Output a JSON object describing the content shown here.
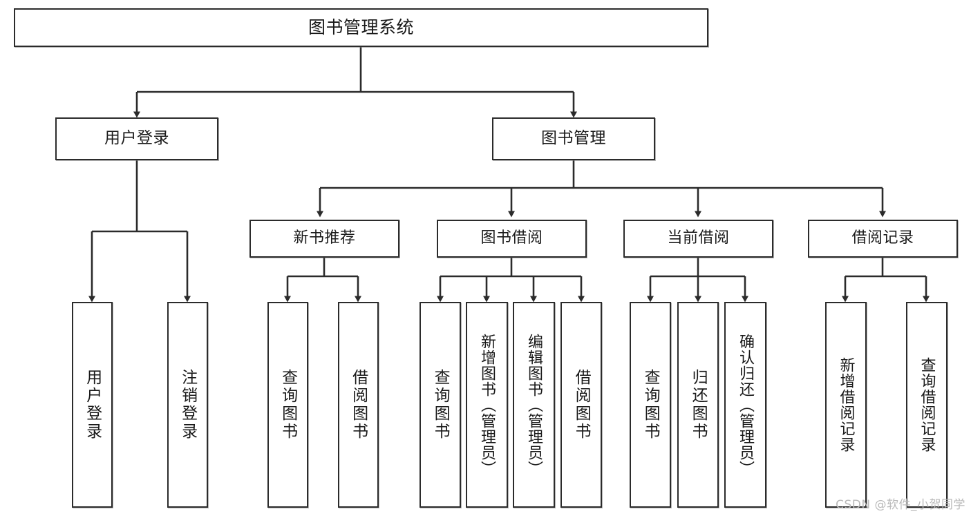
{
  "diagram": {
    "type": "tree",
    "title": "图书管理系统",
    "colors": {
      "box_border": "#2b2b2b",
      "box_fill": "#ffffff",
      "edge": "#2b2b2b",
      "text": "#1a1a1a",
      "watermark": "#b9b9b9",
      "background": "#ffffff"
    },
    "root": {
      "label": "图书管理系统"
    },
    "level2": [
      {
        "id": "user-login",
        "label": "用户登录"
      },
      {
        "id": "book-manage",
        "label": "图书管理"
      }
    ],
    "level3": [
      {
        "id": "new-book-recommend",
        "label": "新书推荐"
      },
      {
        "id": "book-borrow",
        "label": "图书借阅"
      },
      {
        "id": "current-borrow",
        "label": "当前借阅"
      },
      {
        "id": "borrow-record",
        "label": "借阅记录"
      }
    ],
    "leaves": {
      "user_login": [
        {
          "id": "leaf-user-login",
          "label": "用户登录"
        },
        {
          "id": "leaf-logout-login",
          "label": "注销登录"
        }
      ],
      "new_book_recommend": [
        {
          "id": "leaf-query-book-1",
          "label": "查询图书"
        },
        {
          "id": "leaf-borrow-book-1",
          "label": "借阅图书"
        }
      ],
      "book_borrow": [
        {
          "id": "leaf-query-book-2",
          "label": "查询图书"
        },
        {
          "id": "leaf-add-book",
          "label": "新增图书（管理员）"
        },
        {
          "id": "leaf-edit-book",
          "label": "编辑图书（管理员）"
        },
        {
          "id": "leaf-borrow-book-2",
          "label": "借阅图书"
        }
      ],
      "current_borrow": [
        {
          "id": "leaf-query-book-3",
          "label": "查询图书"
        },
        {
          "id": "leaf-return-book",
          "label": "归还图书"
        },
        {
          "id": "leaf-confirm-return",
          "label": "确认归还（管理员）"
        }
      ],
      "borrow_record": [
        {
          "id": "leaf-add-record",
          "label": "新增借阅记录"
        },
        {
          "id": "leaf-query-record",
          "label": "查询借阅记录"
        }
      ]
    },
    "watermark": "CSDN @软件_小贺同学"
  }
}
